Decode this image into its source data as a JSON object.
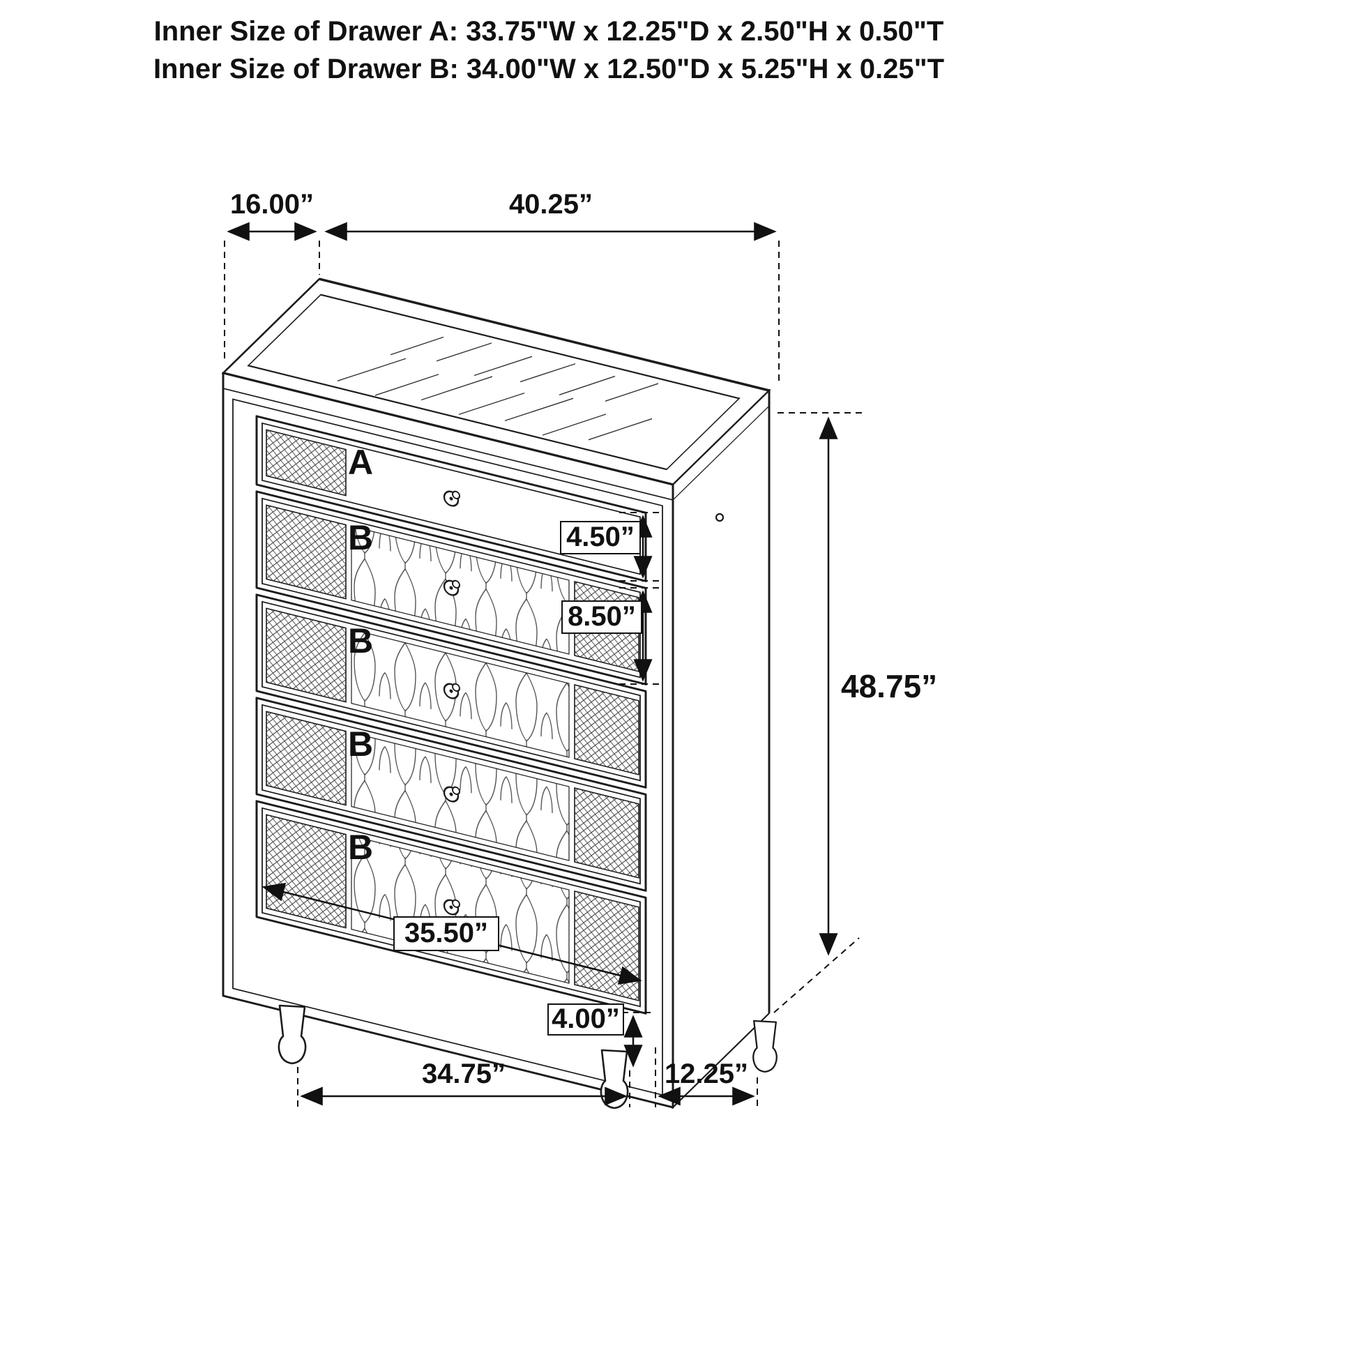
{
  "title": {
    "line1": "Inner Size of Drawer A: 33.75\"W x 12.25\"D x 2.50\"H x 0.50\"T",
    "line2": "Inner Size of Drawer B: 34.00\"W x 12.50\"D x 5.25\"H x 0.25\"T"
  },
  "dims": {
    "top_depth": "16.00”",
    "top_width": "40.25”",
    "overall_height": "48.75”",
    "drawer_a_height": "4.50”",
    "drawer_b_height": "8.50”",
    "drawer_inner_width": "35.50”",
    "leg_height": "4.00”",
    "base_width": "34.75”",
    "base_depth": "12.25”"
  },
  "drawers": [
    {
      "label": "A"
    },
    {
      "label": "B"
    },
    {
      "label": "B"
    },
    {
      "label": "B"
    },
    {
      "label": "B"
    }
  ],
  "colors": {
    "label_red": "#d81f26",
    "line": "#1c1c1c"
  }
}
